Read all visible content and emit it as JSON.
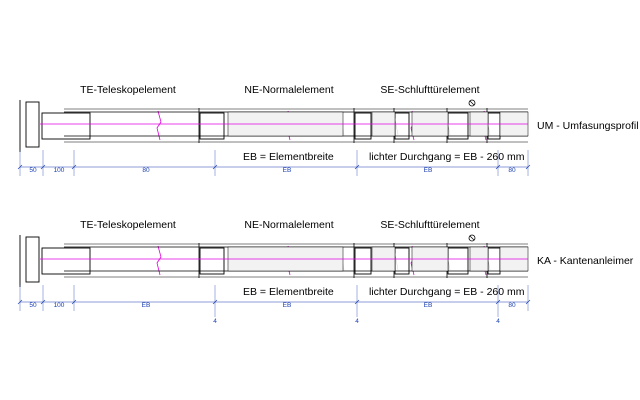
{
  "sections": [
    {
      "element_labels": {
        "te": "TE-Teleskopelement",
        "ne": "NE-Normalelement",
        "se": "SE-Schlufttürelement"
      },
      "side_label": "UM - Umfasungsprofil",
      "formula_ne": "EB = Elementbreite",
      "formula_se": "lichter Durchgang = EB - 260 mm",
      "dims": {
        "d1": "50",
        "d2": "100",
        "d3": "80",
        "d4": "EB",
        "d5": "EB",
        "d6": "80"
      },
      "ticks": []
    },
    {
      "element_labels": {
        "te": "TE-Teleskopelement",
        "ne": "NE-Normalelement",
        "se": "SE-Schlufttürelement"
      },
      "side_label": "KA - Kantenanleimer",
      "formula_ne": "EB = Elementbreite",
      "formula_se": "lichter Durchgang = EB - 260 mm",
      "dims": {
        "d1": "50",
        "d2": "100",
        "d3": "EB",
        "d4": "EB",
        "d5": "EB",
        "d6": "80"
      },
      "ticks": [
        "4",
        "4",
        "4"
      ]
    }
  ],
  "colors": {
    "line": "#000000",
    "accent": "#e000e0",
    "dimension": "#1a3fb0",
    "core": "#c8c8c8"
  }
}
